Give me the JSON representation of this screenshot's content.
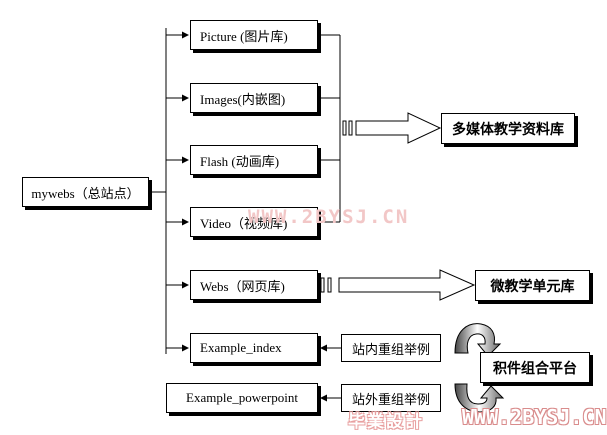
{
  "root": {
    "label": "mywebs（总站点）"
  },
  "libraries": [
    {
      "id": "picture",
      "label": "Picture (图片库)"
    },
    {
      "id": "images",
      "label": "Images(内嵌图)"
    },
    {
      "id": "flash",
      "label": "Flash (动画库)"
    },
    {
      "id": "video",
      "label": "Video（视频库)"
    },
    {
      "id": "webs",
      "label": "Webs（网页库)"
    },
    {
      "id": "example-index",
      "label": "Example_index"
    }
  ],
  "example_powerpoint": {
    "label": "Example_powerpoint"
  },
  "targets": {
    "multimedia": "多媒体教学资料库",
    "micro_unit": "微教学单元库",
    "component_platform": "积件组合平台"
  },
  "reorg": {
    "inner": "站内重组举例",
    "outer": "站外重组举例"
  },
  "watermarks": {
    "center": "WWW.2BYSJ.CN",
    "bottom_cn": "毕業設計",
    "bottom_url": "WWW.2BYSJ.CN"
  }
}
